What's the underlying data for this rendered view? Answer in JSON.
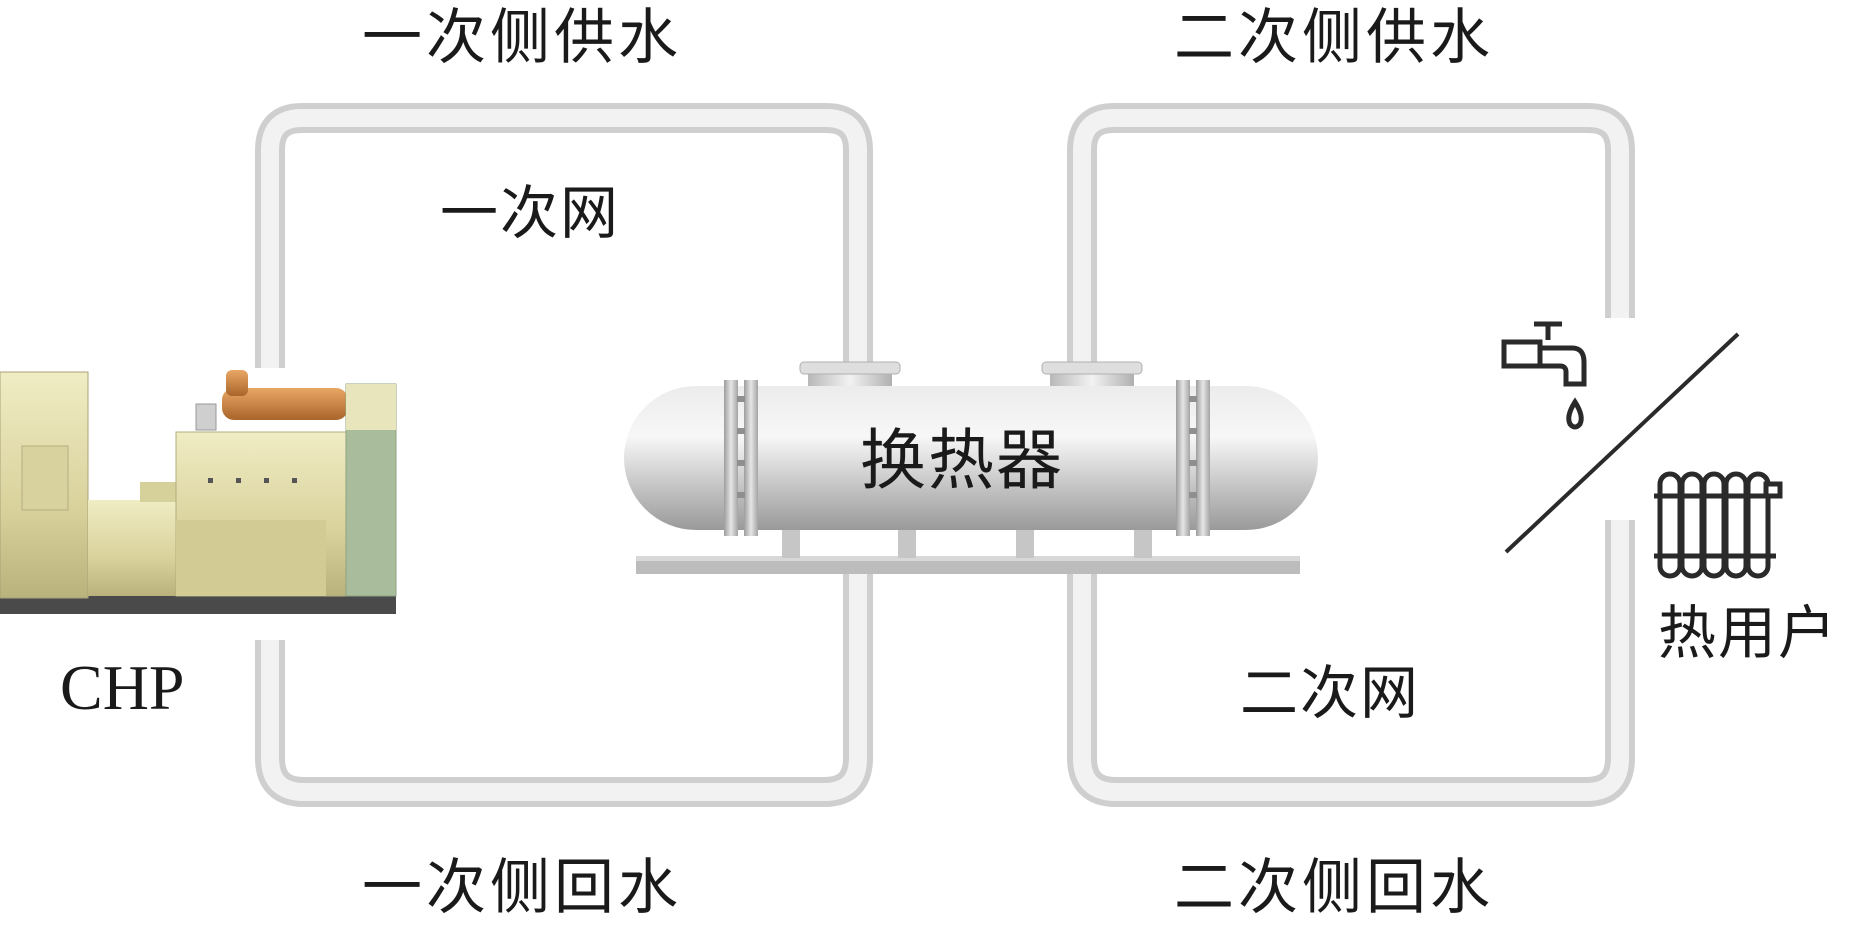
{
  "labels": {
    "primary_supply": "一次侧供水",
    "primary_return": "一次侧回水",
    "secondary_supply": "二次侧供水",
    "secondary_return": "二次侧回水",
    "primary_network": "一次网",
    "secondary_network": "二次网",
    "chp": "CHP",
    "heat_exchanger": "换热器",
    "heat_user": "热用户"
  },
  "icons": {
    "chp_unit": "generator-icon",
    "heat_exchanger": "heat-exchanger-icon",
    "hot_water": "faucet-icon",
    "space_heating": "radiator-icon"
  },
  "colors": {
    "pipe": "#e6e6e6",
    "pipe_shadow": "#c8c8c8",
    "exchanger_body": "#c9c9c9",
    "exchanger_highlight": "#f4f4f4",
    "generator_body": "#e4dfb0",
    "generator_pipe": "#c8803a",
    "generator_panel": "#a9bd9c",
    "text": "#1a1a1a"
  }
}
